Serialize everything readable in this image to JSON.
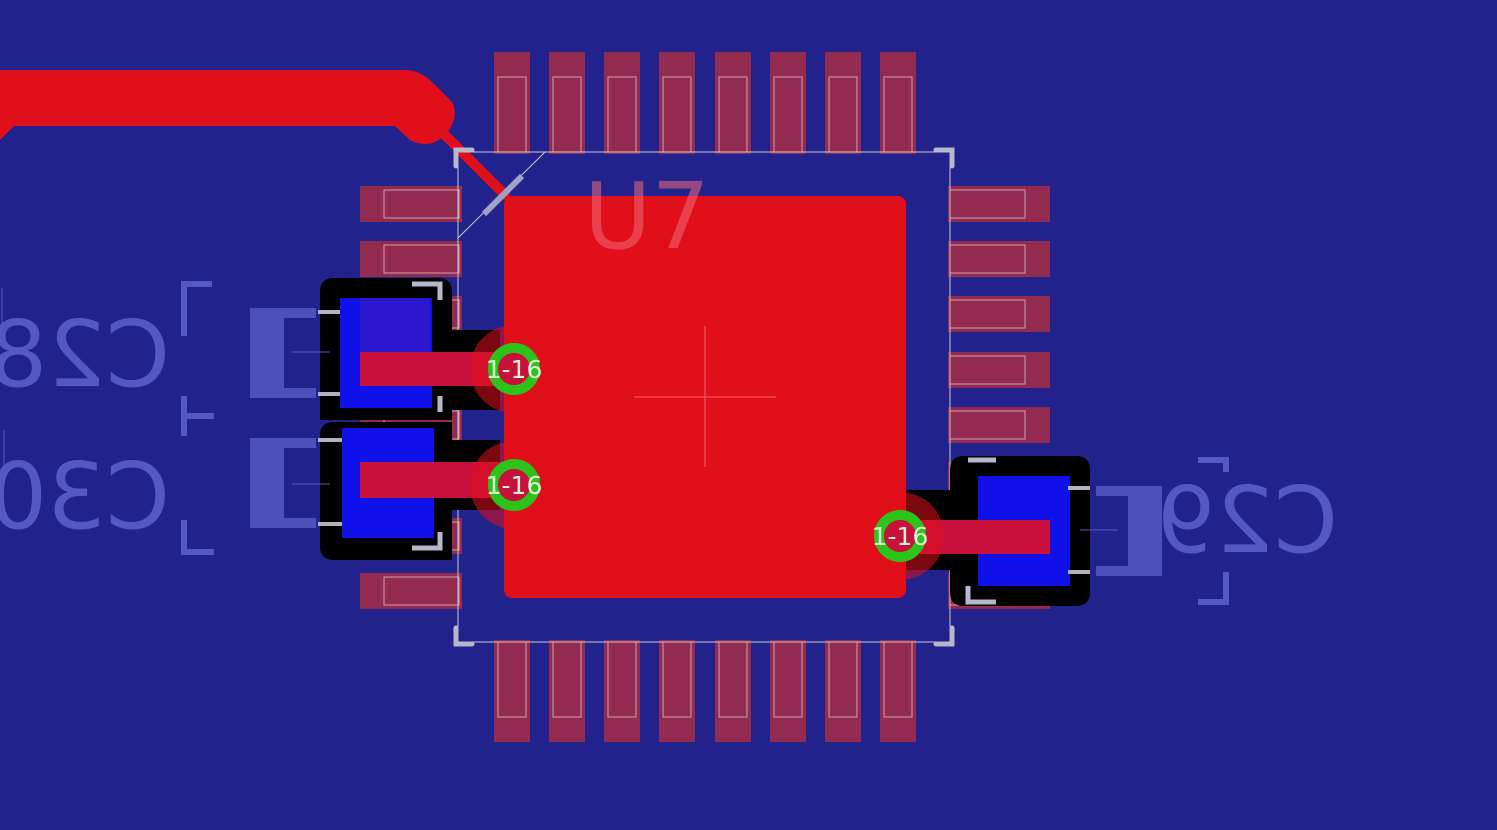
{
  "colors": {
    "background": "#22228d",
    "copper_top": "#e00f19",
    "copper_bottom": "#1010e8",
    "pad_top": "#922b4f",
    "pad_outline": "#d0a0b0",
    "via_ring": "#2cc41a",
    "silkscreen": "#c8c8d6",
    "silkscreen_bottom": "#5458c2",
    "clearance": "#000000"
  },
  "components": {
    "u7": {
      "designator": "U7"
    },
    "c28": {
      "designator": "C28"
    },
    "c30": {
      "designator": "C30"
    },
    "c29": {
      "designator": "C29"
    }
  },
  "vias": [
    {
      "net": "1-16"
    },
    {
      "net": "1-16"
    },
    {
      "net": "1-16"
    }
  ]
}
